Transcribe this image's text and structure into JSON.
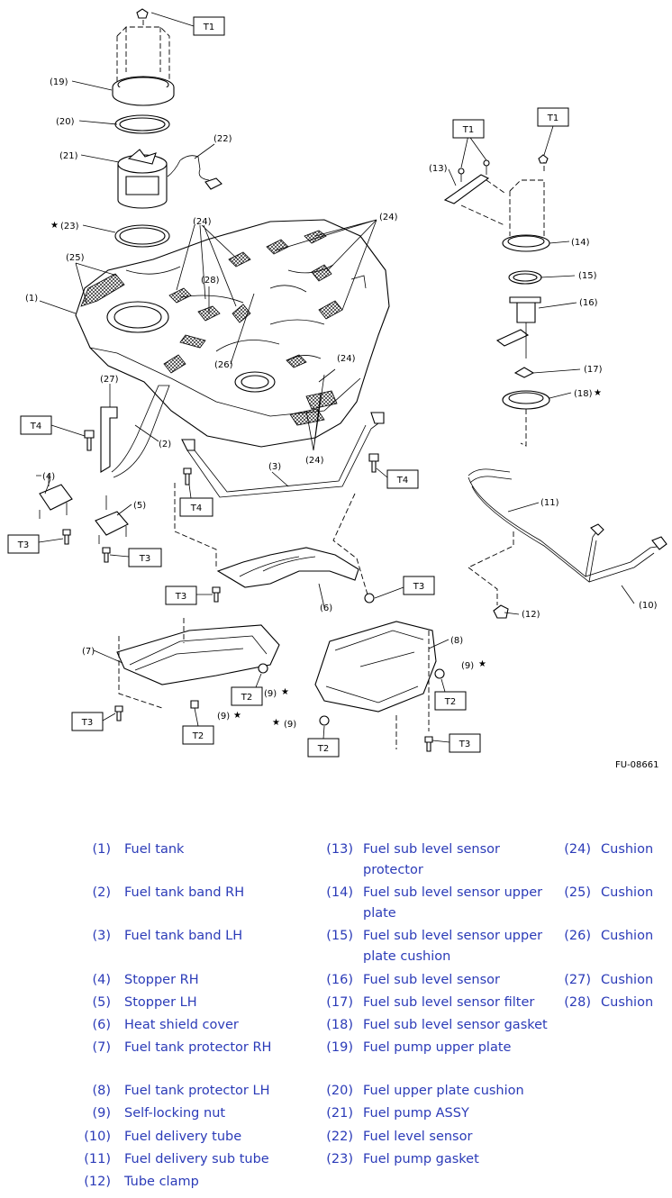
{
  "diagram": {
    "code": "FU-08661",
    "callouts": [
      "(1)",
      "(2)",
      "(3)",
      "(4)",
      "(5)",
      "(6)",
      "(7)",
      "(8)",
      "(9)",
      "(10)",
      "(11)",
      "(12)",
      "(13)",
      "(14)",
      "(15)",
      "(16)",
      "(17)",
      "(18)",
      "(19)",
      "(20)",
      "(21)",
      "(22)",
      "(23)",
      "(24)",
      "(25)",
      "(26)",
      "(27)",
      "(28)"
    ],
    "torque_tags": [
      "T1",
      "T2",
      "T3",
      "T4"
    ],
    "star_symbol": "★",
    "starred_parts": [
      "(9)",
      "(18)",
      "(23)"
    ]
  },
  "legend": [
    {
      "num": "(1)",
      "name": "Fuel tank"
    },
    {
      "num": "(2)",
      "name": "Fuel tank band RH"
    },
    {
      "num": "(3)",
      "name": "Fuel tank band LH"
    },
    {
      "num": "(4)",
      "name": "Stopper RH"
    },
    {
      "num": "(5)",
      "name": "Stopper LH"
    },
    {
      "num": "(6)",
      "name": "Heat shield cover"
    },
    {
      "num": "(7)",
      "name": "Fuel tank protector RH"
    },
    {
      "num": "(8)",
      "name": "Fuel tank protector LH"
    },
    {
      "num": "(9)",
      "name": "Self-locking nut"
    },
    {
      "num": "(10)",
      "name": "Fuel delivery tube"
    },
    {
      "num": "(11)",
      "name": "Fuel delivery sub tube"
    },
    {
      "num": "(12)",
      "name": "Tube clamp"
    },
    {
      "num": "(13)",
      "name1": "Fuel sub level sensor",
      "name2": "protector"
    },
    {
      "num": "(14)",
      "name1": "Fuel sub level sensor upper",
      "name2": "plate"
    },
    {
      "num": "(15)",
      "name1": "Fuel sub level sensor upper",
      "name2": "plate cushion"
    },
    {
      "num": "(16)",
      "name": "Fuel sub level sensor"
    },
    {
      "num": "(17)",
      "name": "Fuel sub level sensor filter"
    },
    {
      "num": "(18)",
      "name": "Fuel sub level sensor gasket"
    },
    {
      "num": "(19)",
      "name": "Fuel pump upper plate"
    },
    {
      "num": "(20)",
      "name": "Fuel upper plate cushion"
    },
    {
      "num": "(21)",
      "name": "Fuel pump ASSY"
    },
    {
      "num": "(22)",
      "name": "Fuel level sensor"
    },
    {
      "num": "(23)",
      "name": "Fuel pump gasket"
    },
    {
      "num": "(24)",
      "name": "Cushion"
    },
    {
      "num": "(25)",
      "name": "Cushion"
    },
    {
      "num": "(26)",
      "name": "Cushion"
    },
    {
      "num": "(27)",
      "name": "Cushion"
    },
    {
      "num": "(28)",
      "name": "Cushion"
    }
  ],
  "colors": {
    "legend_text": "#2b3bb8",
    "line": "#000000",
    "background": "#ffffff"
  }
}
